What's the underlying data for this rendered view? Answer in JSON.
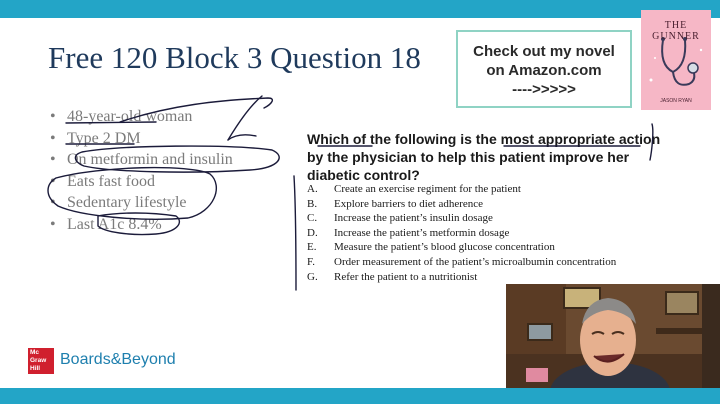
{
  "slide": {
    "title": "Free 120 Block 3 Question 18",
    "bullets": [
      "48-year-old woman",
      "Type 2 DM",
      "On metformin and insulin",
      "Eats fast food",
      "Sedentary lifestyle",
      "Last A1c 8.4%"
    ],
    "question": "Which of the following is the most appropriate action by the physician to help this patient improve her diabetic control?",
    "choices": [
      {
        "letter": "A.",
        "text": "Create an exercise regiment for the patient"
      },
      {
        "letter": "B.",
        "text": "Explore barriers to diet adherence"
      },
      {
        "letter": "C.",
        "text": "Increase the patient’s insulin dosage"
      },
      {
        "letter": "D.",
        "text": "Increase the patient’s metformin dosage"
      },
      {
        "letter": "E.",
        "text": "Measure the patient’s blood glucose concentration"
      },
      {
        "letter": "F.",
        "text": "Order measurement of the patient’s microalbumin concentration"
      },
      {
        "letter": "G.",
        "text": "Refer the patient to a nutritionist"
      }
    ]
  },
  "promo": {
    "line1": "Check out my novel",
    "line2": "on Amazon.com",
    "line3": "---->>>>>"
  },
  "book": {
    "title": "THE GUNNER",
    "author": "JASON RYAN"
  },
  "logo": {
    "mark_lines": [
      "Mc",
      "Graw",
      "Hill"
    ],
    "brand": "Boards&Beyond"
  },
  "colors": {
    "bars": "#23a5c7",
    "title": "#1f3a5c",
    "ink": "#1b1b3a",
    "logo_red": "#d0202e",
    "brand_blue": "#1e7fae"
  },
  "icons": [
    "stethoscope-icon",
    "webcam-presenter"
  ]
}
